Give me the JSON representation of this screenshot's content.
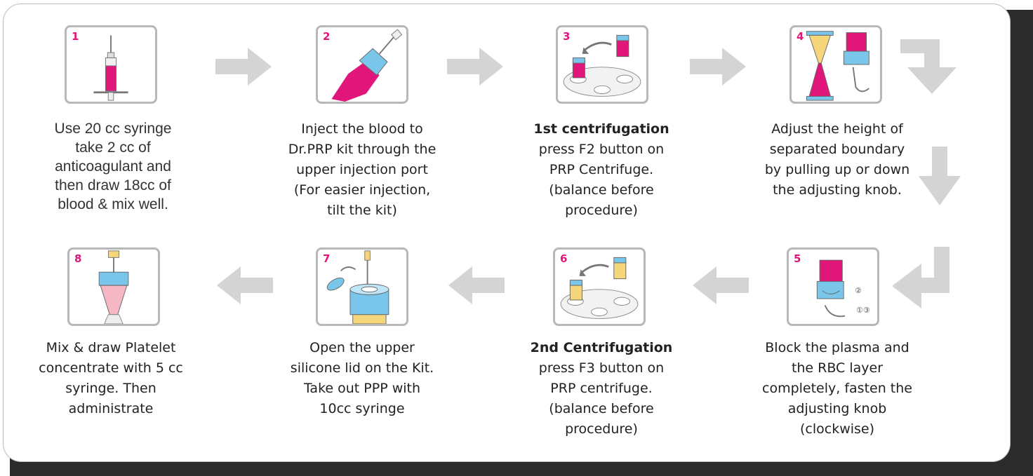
{
  "steps": [
    {
      "num": "1",
      "title": "",
      "lines": [
        "Use 20 cc syringe",
        "take 2 cc of",
        "anticoagulant and",
        "then draw 18cc of",
        "blood & mix well."
      ]
    },
    {
      "num": "2",
      "title": "",
      "lines": [
        "Inject the blood to",
        "Dr.PRP kit through the",
        "upper injection port",
        "(For easier injection,",
        "tilt the kit)"
      ]
    },
    {
      "num": "3",
      "title": "1st centrifugation",
      "lines": [
        "press F2 button on",
        "PRP Centrifuge.",
        "(balance before",
        "procedure)"
      ]
    },
    {
      "num": "4",
      "title": "",
      "lines": [
        "Adjust the height of",
        "separated boundary",
        "by pulling up or down",
        "the adjusting knob."
      ]
    },
    {
      "num": "5",
      "title": "",
      "lines": [
        "Block the plasma and",
        "the RBC layer",
        "completely, fasten the",
        "adjusting knob",
        "(clockwise)"
      ]
    },
    {
      "num": "6",
      "title": "2nd Centrifugation",
      "lines": [
        "press F3 button on",
        "PRP centrifuge.",
        "(balance before",
        "procedure)"
      ]
    },
    {
      "num": "7",
      "title": "",
      "lines": [
        "Open the upper",
        "silicone lid on the Kit.",
        "Take out PPP with",
        "10cc syringe"
      ]
    },
    {
      "num": "8",
      "title": "",
      "lines": [
        "Mix & draw Platelet",
        "concentrate with 5 cc",
        "syringe. Then",
        "administrate"
      ]
    }
  ],
  "icon_labels": {
    "step5_marks": [
      "②",
      "①③"
    ]
  },
  "colors": {
    "magenta": "#e0167a",
    "light_blue": "#79c6ea",
    "pale_yellow": "#f5d67a",
    "arrow_gray": "#d4d4d4",
    "box_border": "#b8b8b8"
  }
}
